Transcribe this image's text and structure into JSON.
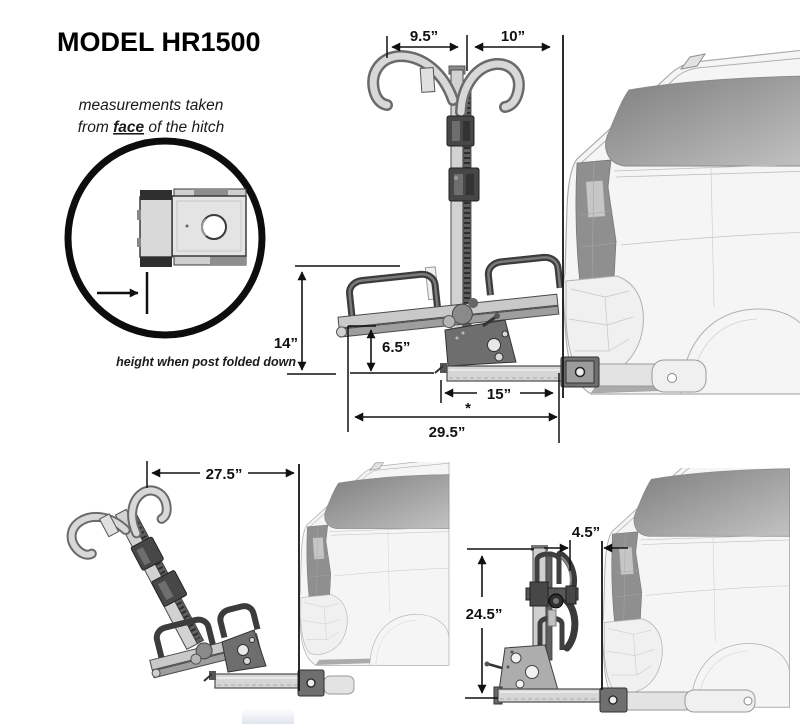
{
  "title": "MODEL HR1500",
  "note": {
    "line1": "measurements taken",
    "line2_prefix": "from ",
    "line2_emphasis": "face",
    "line2_suffix": " of the hitch"
  },
  "detail_caption": "height when post folded down",
  "colors": {
    "ink": "#111111"
  },
  "scenes": {
    "upright": {
      "label": "rack upright on vehicle hitch",
      "dims": {
        "hook_to_post": "9.5”",
        "post_to_hitch_face": "10”",
        "folded_height": "14”",
        "tray_height": "6.5”",
        "arm_length": "15”",
        "overall_length": "29.5”",
        "overall_length_note": "*"
      }
    },
    "folded_down": {
      "label": "rack tilted away from vehicle",
      "dims": {
        "extension": "27.5”"
      }
    },
    "folded_up": {
      "label": "rack folded up against vehicle",
      "dims": {
        "clearance": "4.5”",
        "height": "24.5”"
      }
    }
  }
}
